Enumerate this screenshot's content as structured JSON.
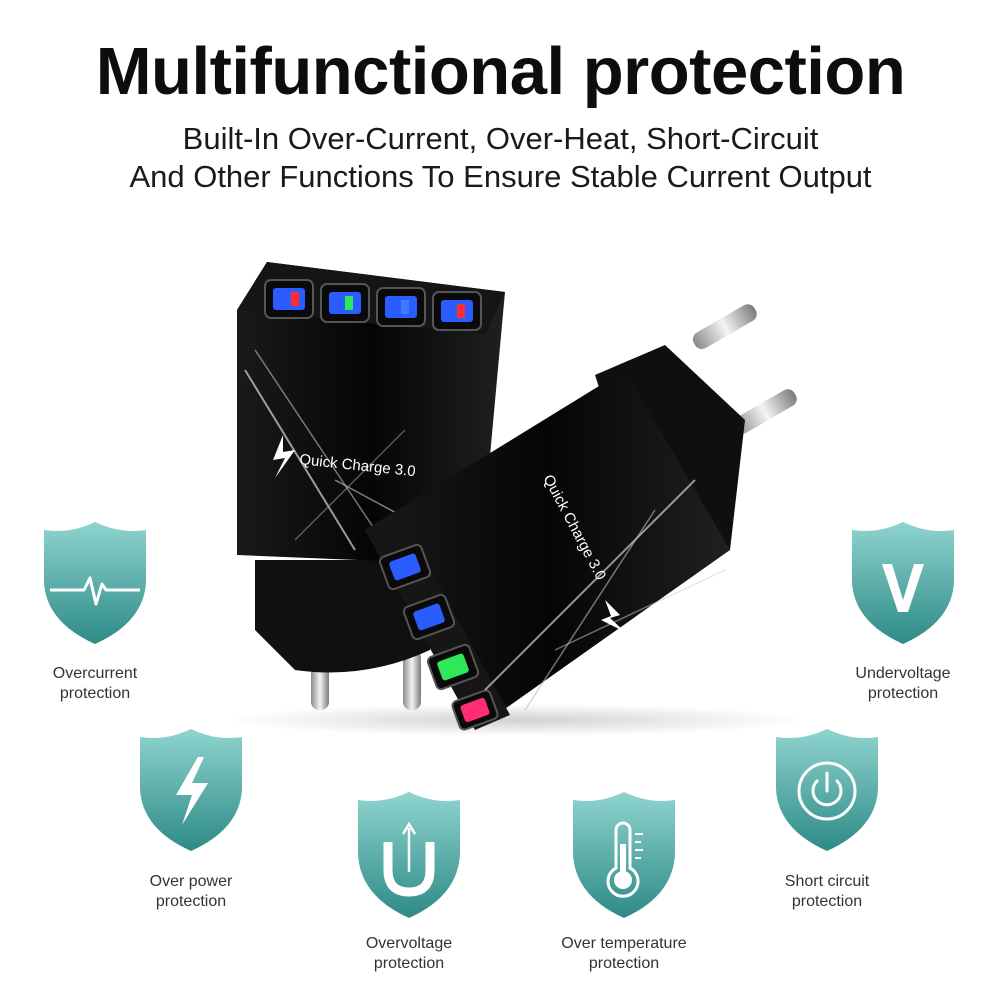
{
  "header": {
    "title": "Multifunctional protection",
    "subtitle_line1": "Built-In Over-Current, Over-Heat, Short-Circuit",
    "subtitle_line2": "And Other Functions To Ensure Stable Current Output"
  },
  "product": {
    "brand_text_front": "Quick Charge 3.0",
    "brand_text_rotated": "Quick Charge 3.0",
    "usb_led_colors": [
      "#ff2d2d",
      "#2ee85a",
      "#3b7bff",
      "#ff2d2d"
    ]
  },
  "protections": [
    {
      "icon": "heartbeat-icon",
      "line1": "Overcurrent",
      "line2": "protection"
    },
    {
      "icon": "letter-v-icon",
      "line1": "Undervoltage",
      "line2": "protection"
    },
    {
      "icon": "lightning-icon",
      "line1": "Over power",
      "line2": "protection"
    },
    {
      "icon": "power-button-icon",
      "line1": "Short circuit",
      "line2": "protection"
    },
    {
      "icon": "u-turn-arrow-icon",
      "line1": "Overvoltage",
      "line2": "protection"
    },
    {
      "icon": "thermometer-icon",
      "line1": "Over temperature",
      "line2": "protection"
    }
  ],
  "colors": {
    "shield_light": "#8fd4cf",
    "shield_dark": "#2e8a86",
    "charger_body": "#0b0b0b"
  }
}
